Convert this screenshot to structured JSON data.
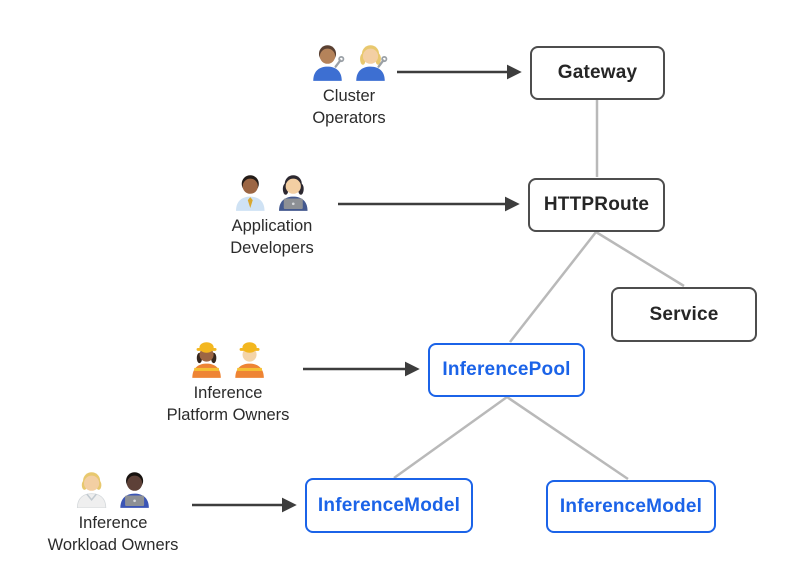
{
  "colors": {
    "background": "#ffffff",
    "gray_node_border": "#4d4d4d",
    "gray_node_text": "#262626",
    "blue_node": "#1b63e8",
    "connector_gray": "#b9b9b9",
    "arrow_dark": "#3d3d3d"
  },
  "personas": [
    {
      "name": "Cluster Operators",
      "label_lines": [
        "Cluster",
        "Operators"
      ],
      "icons": [
        "man-mechanic-emoji",
        "woman-mechanic-emoji"
      ],
      "points_to": "Gateway"
    },
    {
      "name": "Application Developers",
      "label_lines": [
        "Application",
        "Developers"
      ],
      "icons": [
        "man-office-worker-emoji",
        "woman-technologist-emoji"
      ],
      "points_to": "HTTPRoute"
    },
    {
      "name": "Inference Platform Owners",
      "label_lines": [
        "Inference",
        "Platform Owners"
      ],
      "icons": [
        "woman-construction-worker-emoji",
        "man-construction-worker-emoji"
      ],
      "points_to": "InferencePool"
    },
    {
      "name": "Inference Workload Owners",
      "label_lines": [
        "Inference",
        "Workload Owners"
      ],
      "icons": [
        "health-worker-emoji",
        "man-technologist-emoji"
      ],
      "points_to": "InferenceModel"
    }
  ],
  "nodes": [
    {
      "id": "gateway",
      "label": "Gateway",
      "style": "gray"
    },
    {
      "id": "httproute",
      "label": "HTTPRoute",
      "style": "gray"
    },
    {
      "id": "service",
      "label": "Service",
      "style": "gray"
    },
    {
      "id": "inferencepool",
      "label": "InferencePool",
      "style": "blue"
    },
    {
      "id": "inferencemodel_left",
      "label": "InferenceModel",
      "style": "blue"
    },
    {
      "id": "inferencemodel_right",
      "label": "InferenceModel",
      "style": "blue"
    }
  ],
  "edges": [
    {
      "from": "gateway",
      "to": "httproute"
    },
    {
      "from": "httproute",
      "to": "inferencepool"
    },
    {
      "from": "httproute",
      "to": "service"
    },
    {
      "from": "inferencepool",
      "to": "inferencemodel_left"
    },
    {
      "from": "inferencepool",
      "to": "inferencemodel_right"
    }
  ]
}
